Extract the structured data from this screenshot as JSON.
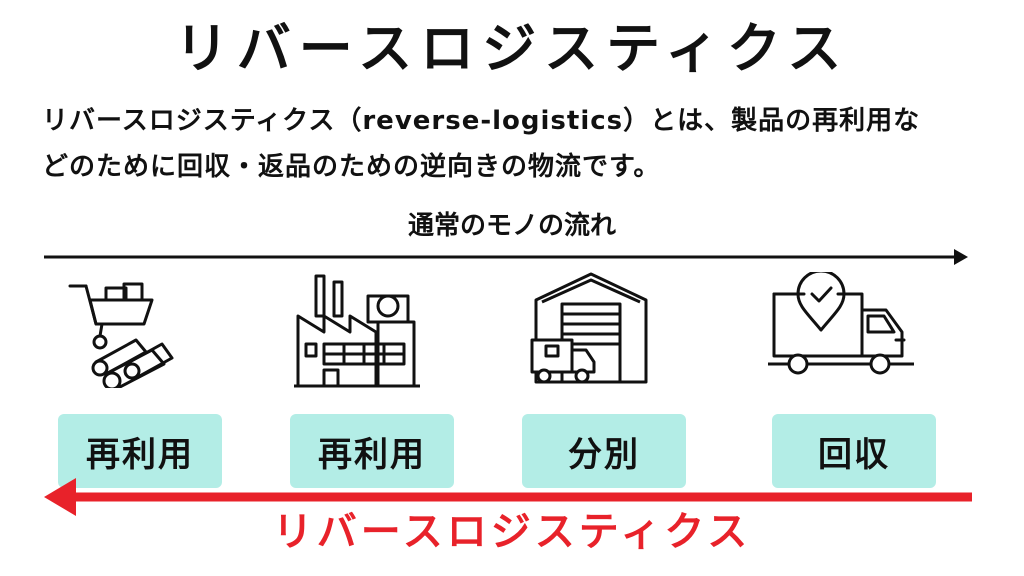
{
  "title": "リバースロジスティクス",
  "description": {
    "line1": "リバースロジスティクス（reverse-logistics）とは、製品の再利用な",
    "line2": "どのために回収・返品のための逆向きの物流です。"
  },
  "forward_flow": {
    "label": "通常のモノの流れ"
  },
  "stages": [
    {
      "label": "再利用",
      "icon": "wheelbarrow-logs-icon"
    },
    {
      "label": "再利用",
      "icon": "factory-icon"
    },
    {
      "label": "分別",
      "icon": "warehouse-truck-icon"
    },
    {
      "label": "回収",
      "icon": "delivery-truck-check-icon"
    }
  ],
  "reverse_flow": {
    "label": "リバースロジスティクス"
  },
  "colors": {
    "stage_box": "#b3ede6",
    "reverse_arrow": "#e8222a",
    "forward_arrow": "#111111"
  }
}
